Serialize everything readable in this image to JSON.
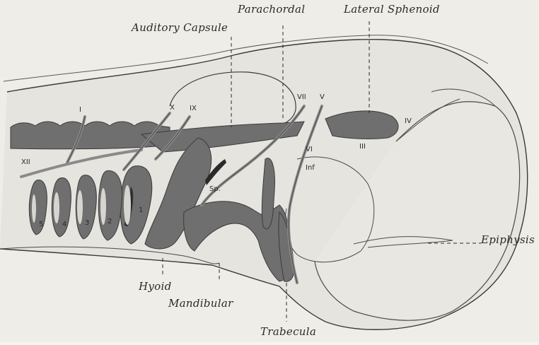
{
  "labels": {
    "parachordal": "Parachordal",
    "lateral_sphenoid": "Lateral Sphenoid",
    "auditory_capsule": "Auditory Capsule",
    "epiphysis": "Epiphysis",
    "hyoid": "Hyoid",
    "mandibular": "Mandibular",
    "trabecula": "Trabecula"
  },
  "nerve_labels": {
    "I": "I",
    "X": "X",
    "IX": "IX",
    "VII": "VII",
    "V": "V",
    "IV": "IV",
    "III": "III",
    "VI": "VI",
    "XII": "XII",
    "Inf": "Inf",
    "Sp": "Sp.",
    "arch1": "1",
    "arch2": "2",
    "arch3": "3",
    "arch4": "4",
    "arch5": "5"
  },
  "colors": {
    "background": "#f7f5f1",
    "cartilage": "#6f6f6f",
    "outline": "#3a3a3a",
    "tissue": "#e4e2dd"
  }
}
